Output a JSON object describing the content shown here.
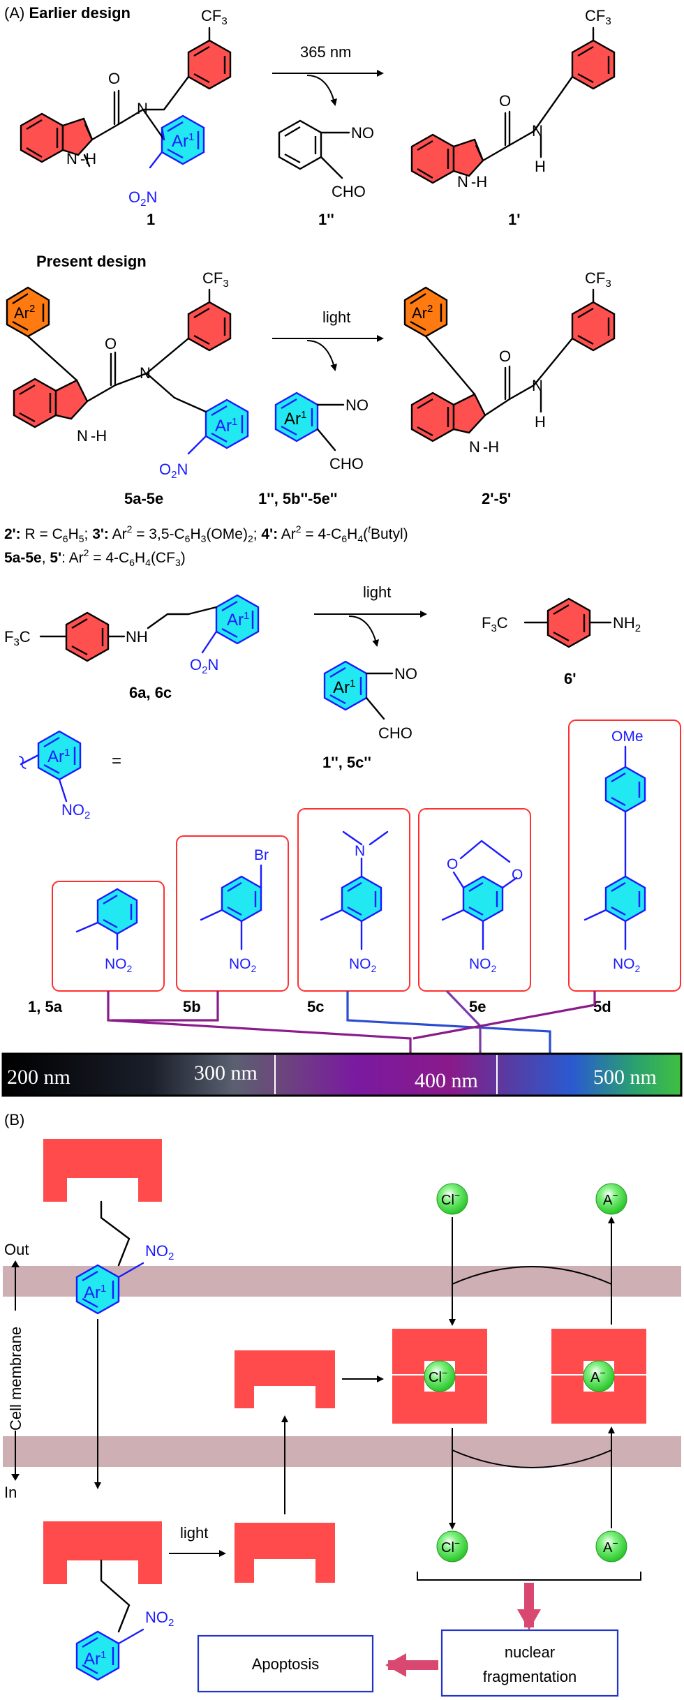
{
  "panel_a": {
    "label": "(A)",
    "earlier_title": "Earlier design",
    "present_title": "Present design",
    "cf3": "CF",
    "sub3": "3",
    "nm365": "365 nm",
    "light": "light",
    "nh": "N",
    "h": "H",
    "o": "O",
    "no": "NO",
    "cho": "CHO",
    "ar1": "Ar",
    "ar2": "Ar",
    "sup1": "1",
    "sup2": "2",
    "no2": "NO",
    "sub2": "2",
    "o2n": "O",
    "nh2": "NH",
    "f3c": "F",
    "c": "C",
    "nh_amine": "NH",
    "cmpd": {
      "c1": "1",
      "c1pp": "1''",
      "c1p": "1'",
      "c5": "5a-5e",
      "c_mid": "1'', 5b''-5e''",
      "c25": "2'-5'",
      "c6": "6a, 6c",
      "c_mid2": "1'', 5c''",
      "c6p": "6'"
    },
    "legend_line1": "2': R = C6H5; 3': Ar2 = 3,5-C6H3(OMe)2; 4': Ar2 = 4-C6H4(tButyl)",
    "legend_line1_parts": [
      "2':",
      " R = C",
      "6",
      "H",
      "5",
      "; ",
      "3':",
      " Ar",
      "2",
      " = 3,5-C",
      "6",
      "H",
      "3",
      "(OMe)",
      "2",
      "; ",
      "4':",
      " Ar",
      "2",
      " = 4-C",
      "6",
      "H",
      "4",
      "(",
      "t",
      "Butyl)"
    ],
    "legend_line2_parts": [
      "5a-5e",
      ", ",
      "5'",
      ": Ar",
      "2",
      " = 4-C",
      "6",
      "H",
      "4",
      "(CF",
      "3",
      ")"
    ],
    "equals": "=",
    "substituents": {
      "br": "Br",
      "n": "N",
      "ome": "OMe",
      "o1": "O",
      "o2": "O"
    },
    "series_labels": [
      "1, 5a",
      "5b",
      "5c",
      "5e",
      "5d"
    ],
    "spectrum_ticks": [
      "200 nm",
      "300 nm",
      "400 nm",
      "500 nm"
    ]
  },
  "panel_b": {
    "label": "(B)",
    "out": "Out",
    "in": "In",
    "membrane": "Cell membrane",
    "light": "light",
    "cl": "Cl",
    "a": "A",
    "minus": "−",
    "apoptosis": "Apoptosis",
    "nuclear": "nuclear",
    "fragmentation": "fragmentation",
    "ar1": "Ar",
    "sup1": "1",
    "no2": "NO",
    "sub2": "2"
  },
  "colors": {
    "host_red": "#ff4b4b",
    "ring_red": "#ff5050",
    "ring_cyan": "#22e8f2",
    "ring_orange": "#ff7a10",
    "label_blue": "#1a1aff",
    "wire_purple": "#8b1a8b",
    "wire_blue": "#2a4cd0",
    "membrane": "#ceb0b4",
    "ion_green": "#38d838",
    "pink_arrow": "#d94870"
  }
}
